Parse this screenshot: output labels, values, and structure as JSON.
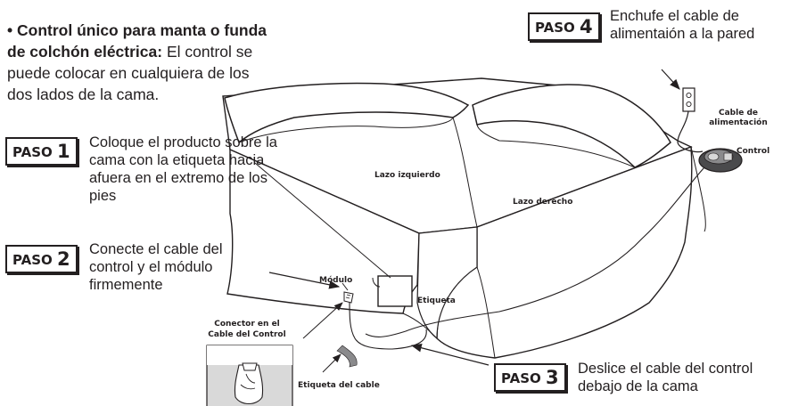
{
  "bullet": {
    "marker": "•",
    "bold": "Control único para manta o funda de colchón eléctrica:",
    "text": " El control se puede colocar en cualquiera de los dos lados de la cama."
  },
  "steps": [
    {
      "tag": "PASO",
      "num": "1",
      "text": "Coloque el producto sobre la cama con la etiqueta hacia afuera en el extremo de los pies"
    },
    {
      "tag": "PASO",
      "num": "2",
      "text": "Conecte el cable del control y el módulo firmemente"
    },
    {
      "tag": "PASO",
      "num": "3",
      "text": "Deslice el cable del control debajo de la cama"
    },
    {
      "tag": "PASO",
      "num": "4",
      "text": "Enchufe el cable de alimentaión a la pared"
    }
  ],
  "labels": {
    "left_zone": "Lazo izquierdo",
    "right_zone": "Lazo derecho",
    "module": "Módulo",
    "tag": "Etiqueta",
    "connector": "Conector en el Cable del Control",
    "cable_tag": "Etiqueta del cable",
    "power_cord": "Cable de alimentación",
    "control": "Control"
  }
}
